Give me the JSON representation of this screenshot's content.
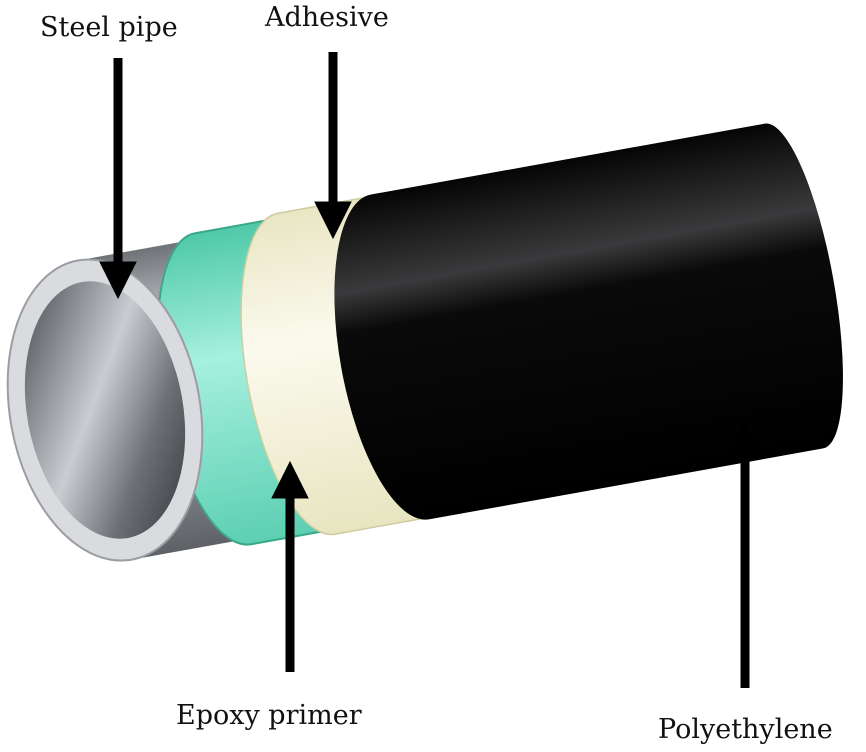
{
  "labels": {
    "steel_pipe": "Steel pipe",
    "adhesive": "Adhesive",
    "epoxy_primer": "Epoxy primer",
    "polyethylene": "Polyethylene"
  },
  "colors": {
    "steel": "#b8bcc2",
    "epoxy": "#7fe0c8",
    "adhesive": "#f3f1d8",
    "polyethylene": "#111111",
    "arrow": "#000000"
  }
}
